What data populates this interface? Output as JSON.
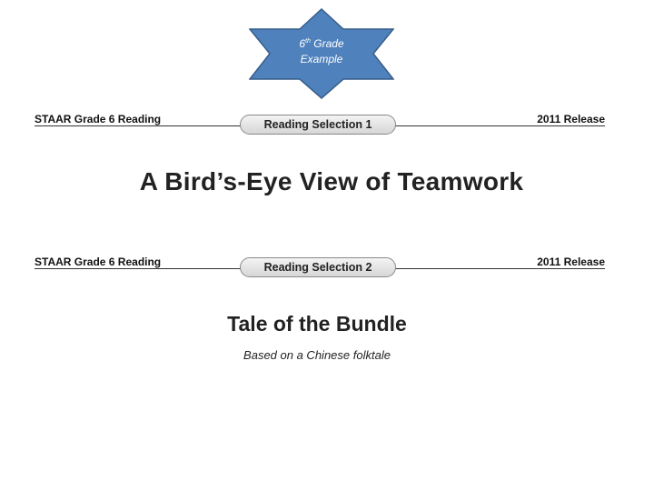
{
  "badge": {
    "grade_number": "6",
    "grade_suffix": "th",
    "grade_word": "Grade",
    "line2": "Example",
    "fill_color": "#4f81bd",
    "stroke_color": "#385d8a"
  },
  "selection_1": {
    "test_name": "STAAR Grade 6 Reading",
    "pill_label": "Reading Selection 1",
    "release": "2011 Release",
    "title": "A Bird’s-Eye View of Teamwork"
  },
  "selection_2": {
    "test_name": "STAAR Grade 6 Reading",
    "pill_label": "Reading Selection 2",
    "release": "2011 Release",
    "title": "Tale of the Bundle",
    "subtitle": "Based on a Chinese folktale"
  }
}
